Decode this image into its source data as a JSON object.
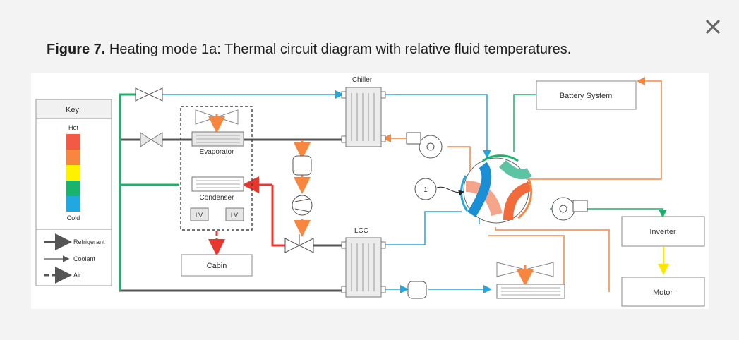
{
  "caption": {
    "figure_label": "Figure 7.",
    "text": " Heating mode 1a: Thermal circuit diagram with relative fluid temperatures."
  },
  "close_icon": "close-icon",
  "key": {
    "title": "Key:",
    "hot": "Hot",
    "cold": "Cold",
    "colors": [
      "#f25a45",
      "#f8863e",
      "#fff200",
      "#19b36b",
      "#21a8e0"
    ],
    "legend": [
      "Refrigerant",
      "Coolant",
      "Air"
    ]
  },
  "components": {
    "chiller": "Chiller",
    "battery_system": "Battery System",
    "evaporator": "Evaporator",
    "condenser": "Condenser",
    "lv1": "LV",
    "lv2": "LV",
    "cabin": "Cabin",
    "lcc": "LCC",
    "inverter": "Inverter",
    "motor": "Motor",
    "valve_callout": "1"
  },
  "colors": {
    "refrigerant": "#555555",
    "hot_red": "#e8372e",
    "orange": "#f8863e",
    "blue": "#21a8e0",
    "green": "#19b36b",
    "yellow": "#ffe600"
  }
}
